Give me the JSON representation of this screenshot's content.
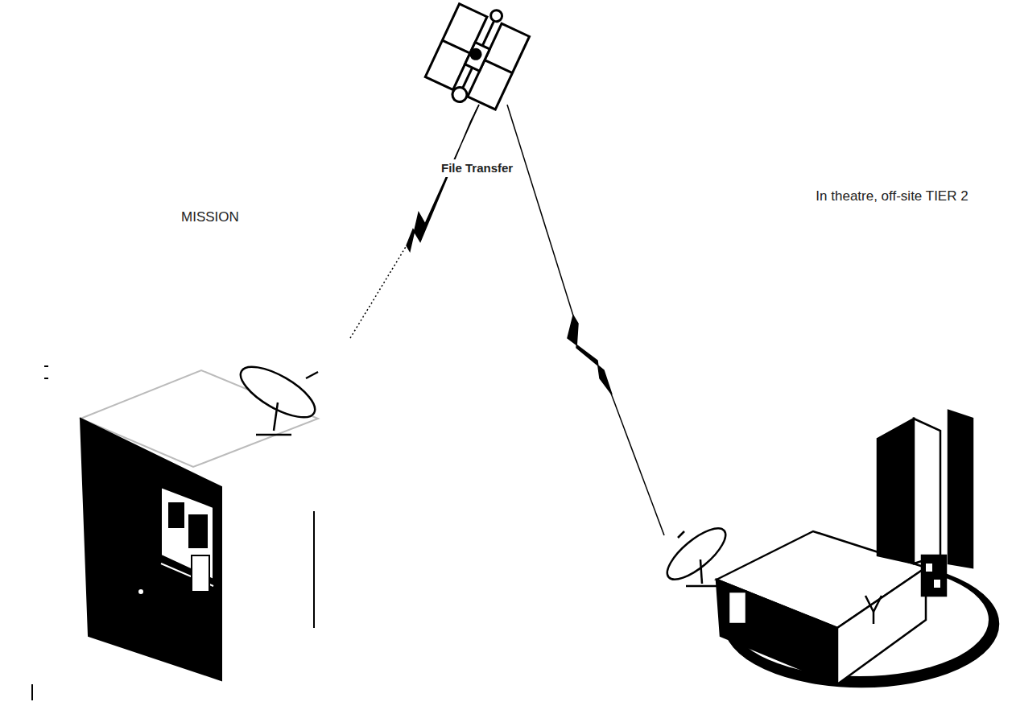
{
  "diagram": {
    "labels": [
      "MISSION",
      "File Transfer",
      "In theatre, off-site TIER 2"
    ]
  }
}
